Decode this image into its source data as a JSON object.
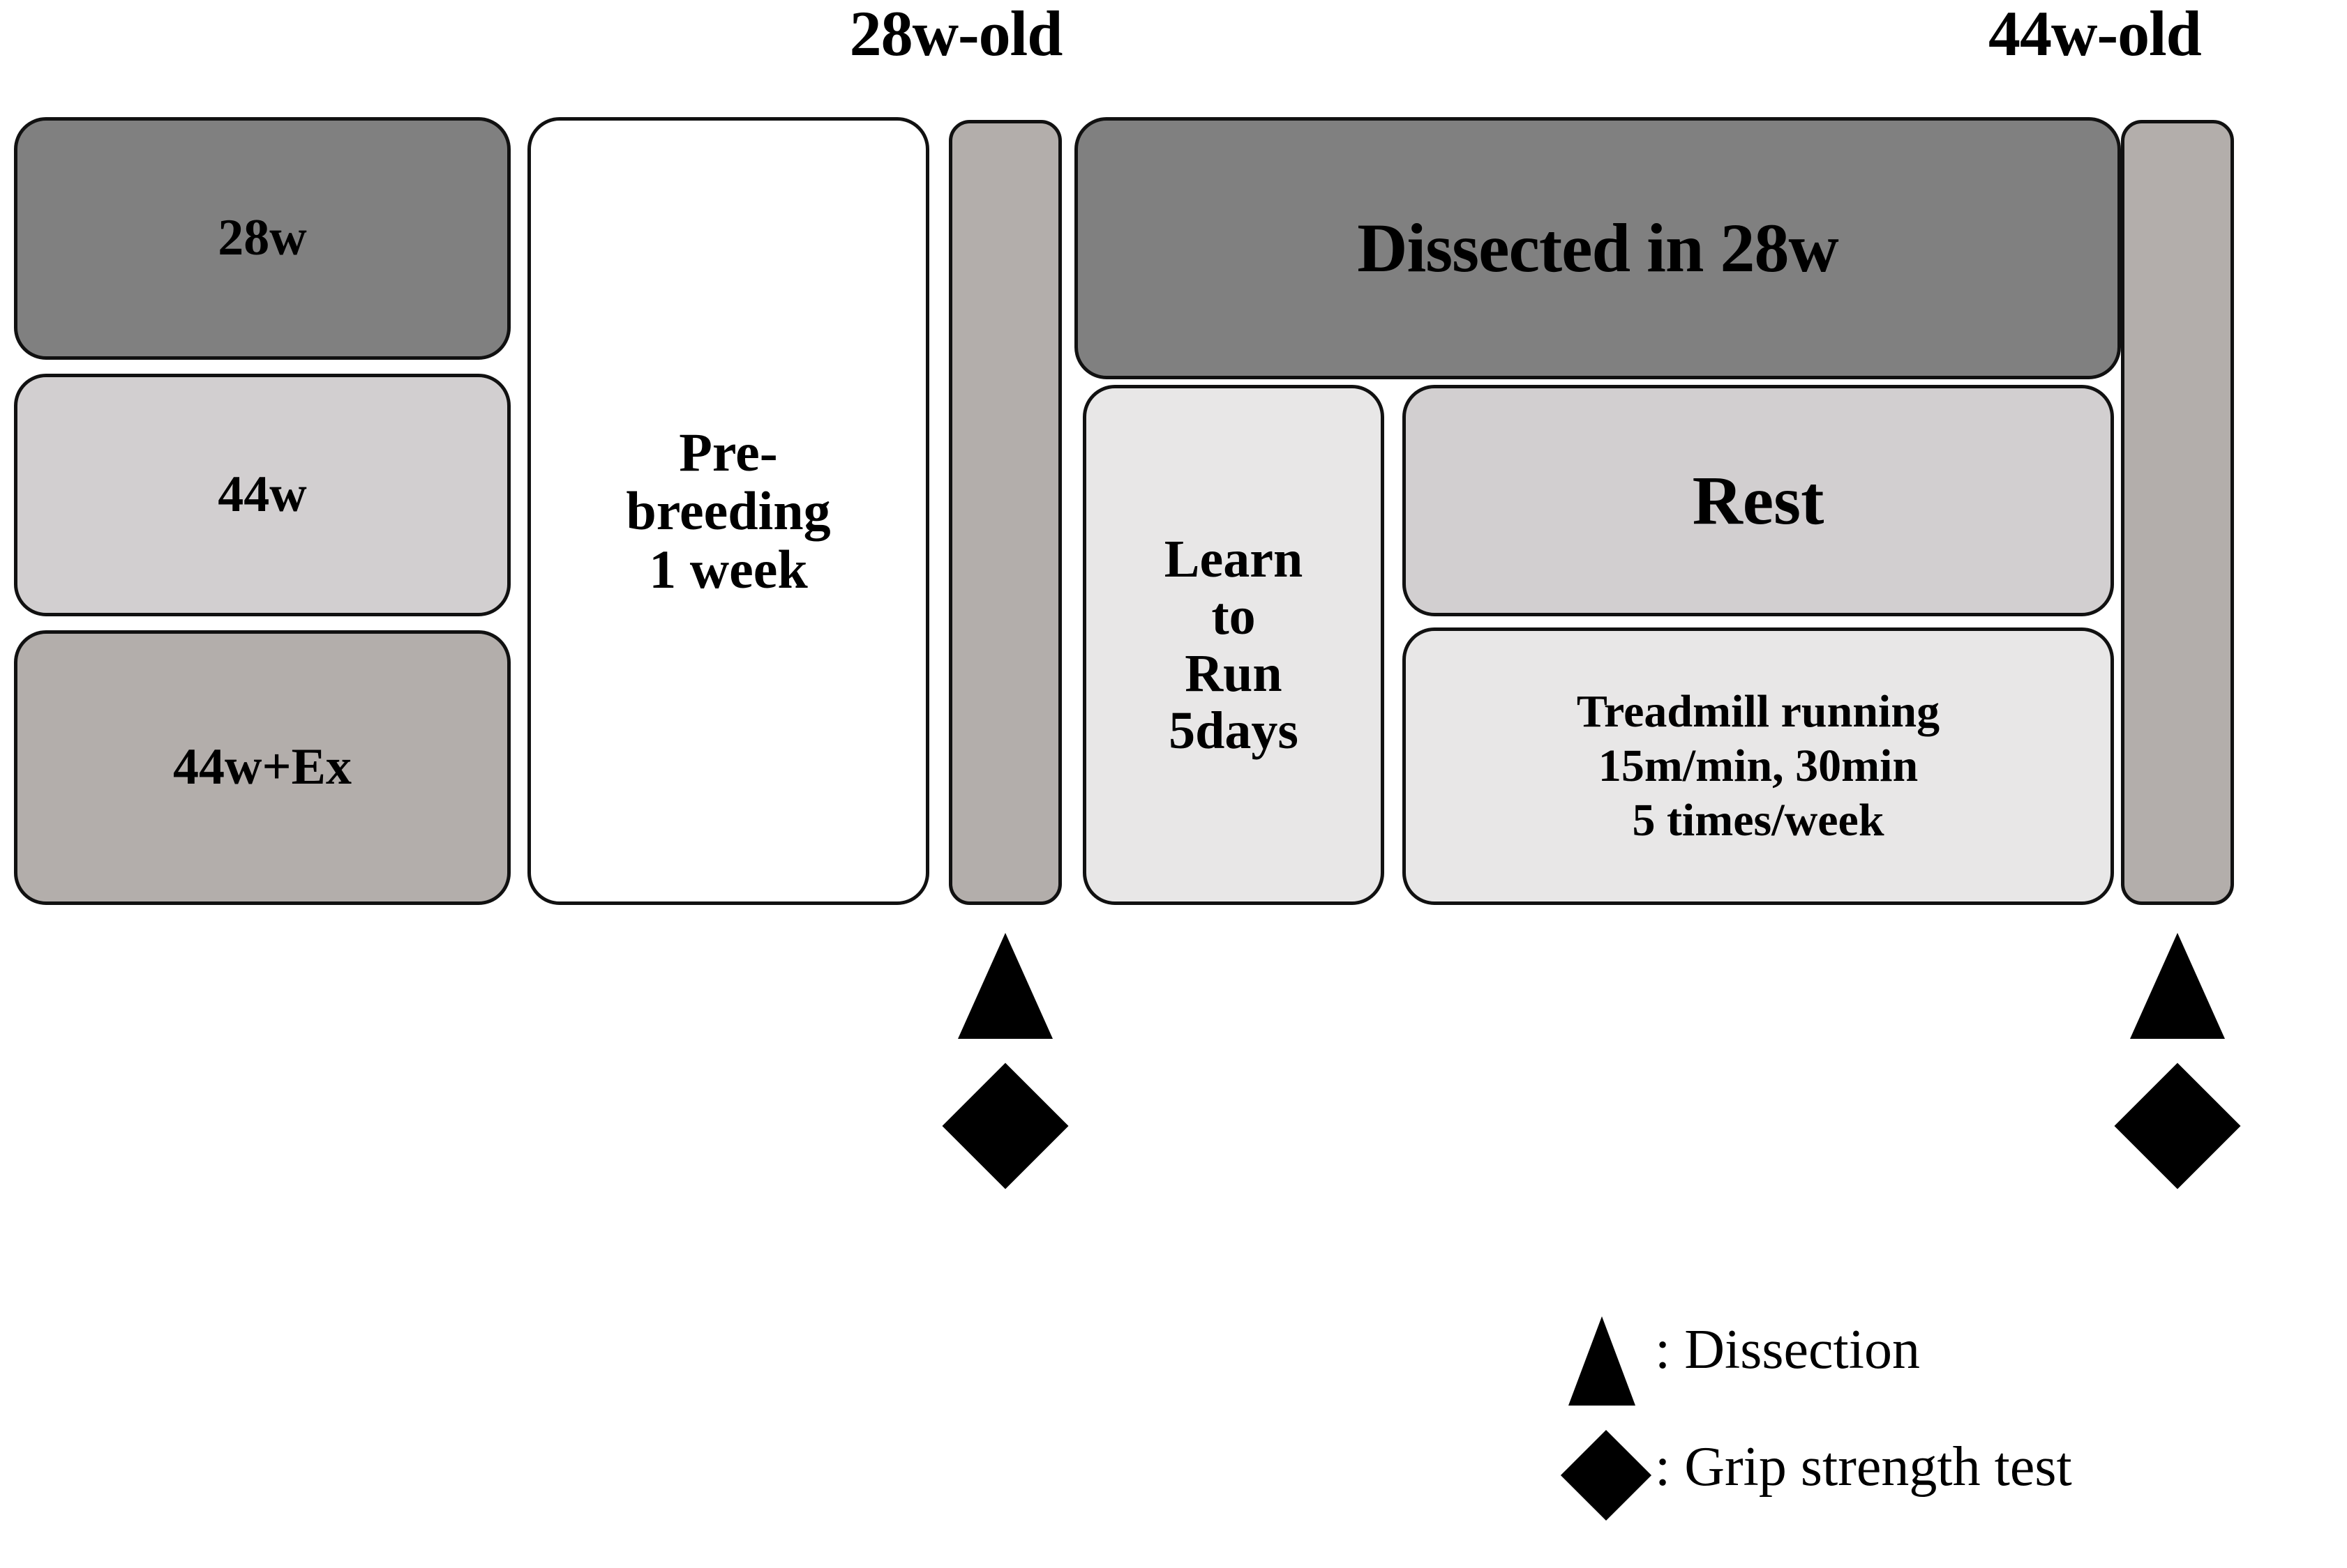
{
  "figure": {
    "type": "experimental-timeline-diagram",
    "title": ""
  },
  "timeline_headers": [
    {
      "id": "28w-old",
      "label": "28w-old"
    },
    {
      "id": "44w-old",
      "label": "44w-old"
    }
  ],
  "groups": [
    {
      "id": "28w",
      "label": "28w",
      "color": "#808080"
    },
    {
      "id": "44w",
      "label": "44w",
      "color": "#d2cfd0"
    },
    {
      "id": "44w+Ex",
      "label": "44w+Ex",
      "color": "#b3aeab"
    }
  ],
  "phases": {
    "prebreeding": {
      "line1": "Pre-",
      "line2": "breeding",
      "line3": "1 week",
      "color": "#ffffff"
    },
    "timepoint_bar_28w": {
      "label": "",
      "color": "#b3aeab"
    },
    "timepoint_bar_44w": {
      "label": "",
      "color": "#b3aeab"
    },
    "dissected": {
      "label": "Dissected in 28w",
      "color": "#808080"
    },
    "learn_to_run": {
      "line1": "Learn",
      "line2": "to",
      "line3": "Run",
      "line4": "5days",
      "color": "#e8e7e7"
    },
    "rest": {
      "label": "Rest",
      "color": "#d2cfd0"
    },
    "treadmill": {
      "line1": "Treadmill running",
      "line2": "15m/min, 30min",
      "line3": "5 times/week",
      "color": "#e8e7e7"
    }
  },
  "markers": [
    {
      "timepoint": "28w-old",
      "shape": "triangle",
      "meaning": "Dissection"
    },
    {
      "timepoint": "28w-old",
      "shape": "diamond",
      "meaning": "Grip strength test"
    },
    {
      "timepoint": "44w-old",
      "shape": "triangle",
      "meaning": "Dissection"
    },
    {
      "timepoint": "44w-old",
      "shape": "diamond",
      "meaning": "Grip strength test"
    }
  ],
  "legend": {
    "items": [
      {
        "shape": "triangle",
        "separator": ": ",
        "label": ": Dissection"
      },
      {
        "shape": "diamond",
        "separator": ": ",
        "label": ": Grip strength test"
      }
    ]
  },
  "colors": {
    "dark_gray": "#808080",
    "light_gray": "#d2cfd0",
    "medium_gray": "#b3aeab",
    "pale_gray": "#e8e7e7",
    "white": "#ffffff",
    "outline": "#111111",
    "marker": "#000000"
  }
}
